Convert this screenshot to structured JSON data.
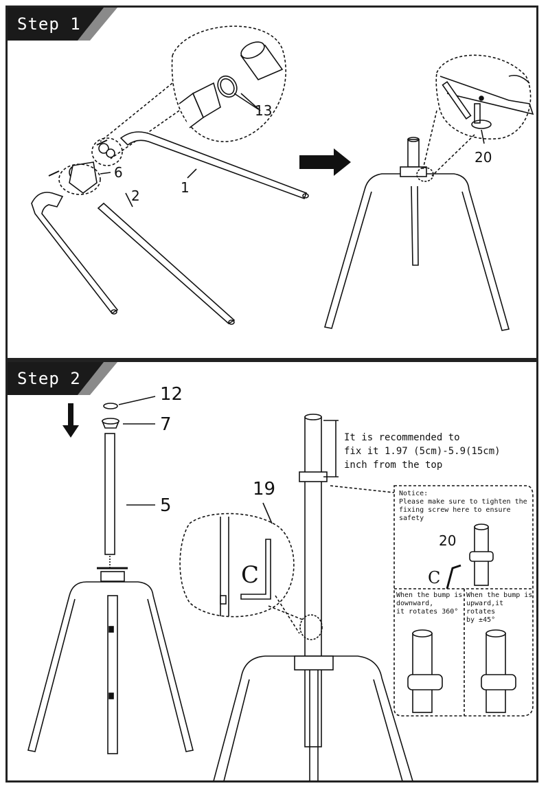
{
  "step1": {
    "label": "Step 1",
    "parts": {
      "p13": "13",
      "p6": "6",
      "p2": "2",
      "p1": "1",
      "p20": "20"
    }
  },
  "step2": {
    "label": "Step 2",
    "parts": {
      "p12": "12",
      "p7": "7",
      "p5": "5",
      "p19": "19",
      "p20": "20"
    },
    "recommend": [
      "It is recommended to",
      "fix it 1.97 (5cm)-5.9(15cm)",
      "inch from the top"
    ],
    "notice": [
      "Notice:",
      "Please make sure to tighten the",
      "fixing screw here to ensure safety"
    ],
    "bump_down": [
      "When the bump is",
      "downward,",
      "it rotates 360°"
    ],
    "bump_up": [
      "When the bump is",
      "upward,it rotates",
      "by ±45°"
    ],
    "c_symbol": "C"
  },
  "colors": {
    "frame": "#222222",
    "tab_gray": "#8a8a8a",
    "line": "#111111"
  }
}
